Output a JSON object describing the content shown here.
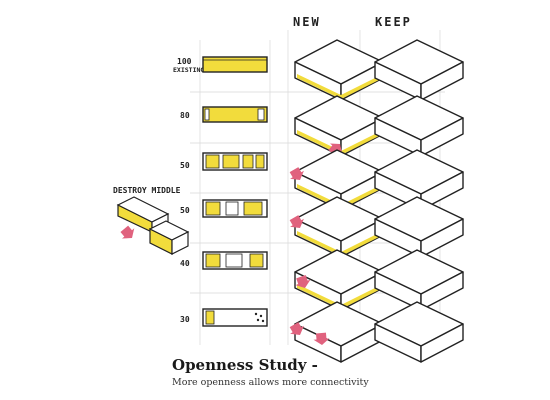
{
  "headers": {
    "new": "NEW",
    "keep": "KEEP"
  },
  "side_label": "DESTROY MIDDLE",
  "rows": [
    {
      "label": "100",
      "sublabel": "EXISTING"
    },
    {
      "label": "80",
      "sublabel": ""
    },
    {
      "label": "50",
      "sublabel": ""
    },
    {
      "label": "50",
      "sublabel": ""
    },
    {
      "label": "40",
      "sublabel": ""
    },
    {
      "label": "30",
      "sublabel": ""
    }
  ],
  "caption": {
    "title": "Openness Study -",
    "subtitle": "More openness allows more connectivity"
  },
  "colors": {
    "ink": "#222222",
    "yellow": "#f2dc3c",
    "arrow": "#e0627e",
    "pencil": "#cfcfcf"
  }
}
